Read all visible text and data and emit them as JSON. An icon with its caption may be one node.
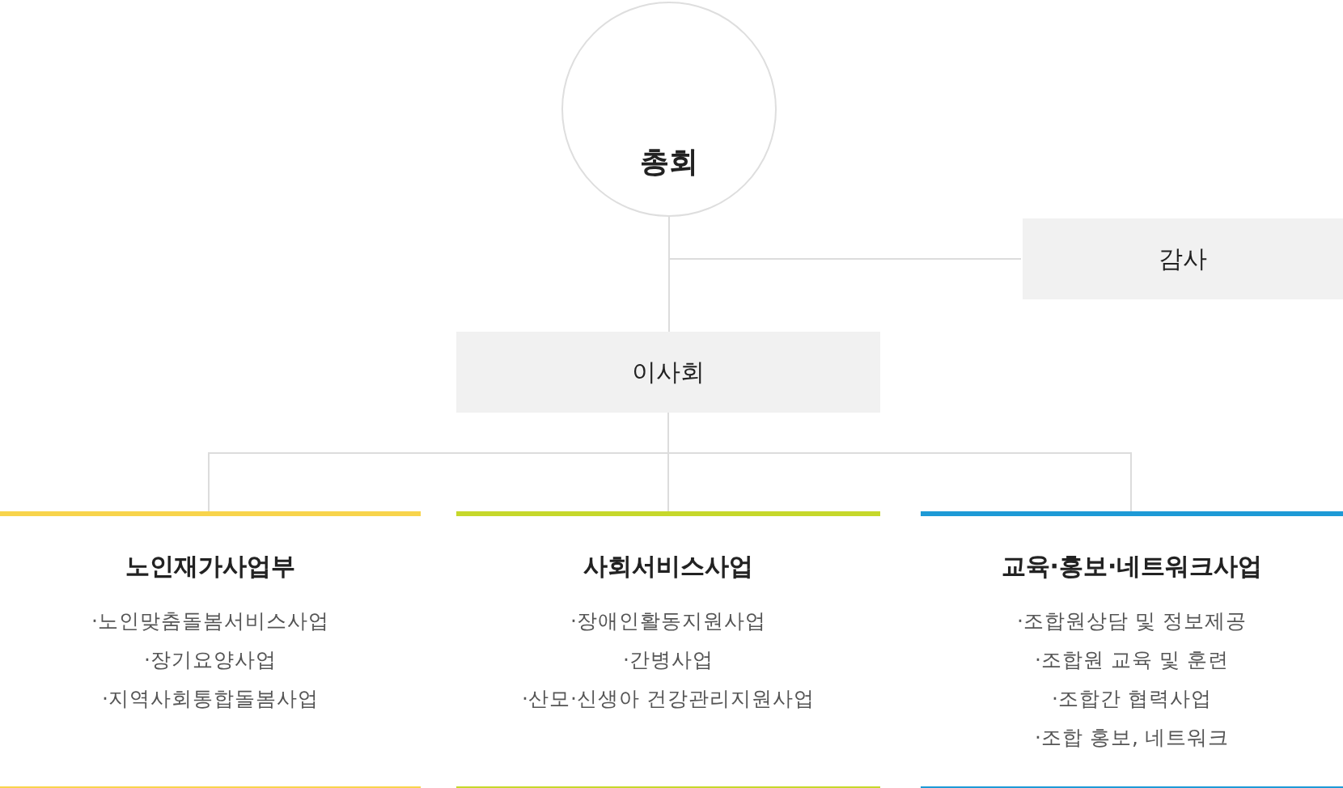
{
  "diagram": {
    "nodes": [
      {
        "text": [
          "총회"
        ]
      },
      {
        "text": [
          "감사"
        ]
      },
      {
        "text": [
          "이사회"
        ]
      },
      {
        "text": [
          "노인재가사업부",
          "·노인맞춤돌봄서비스사업",
          "·장기요양사업",
          "·지역사회통합돌봄사업"
        ]
      },
      {
        "text": [
          "사회서비스사업",
          "·장애인활동지원사업",
          "·간병사업",
          "·산모·신생아 건강관리지원사업"
        ]
      },
      {
        "text": [
          "교육·홍보·네트워크사업",
          "·조합원상담 및 정보제공",
          "·조합원 교육 및 훈련",
          "·조합간 협력사업",
          "·조합 홍보, 네트워크"
        ]
      }
    ],
    "edges": [
      {
        "from": 0,
        "to": 1,
        "arrow": "none"
      },
      {
        "from": 0,
        "to": 2,
        "arrow": "none"
      },
      {
        "from": 2,
        "to": 3,
        "arrow": "none"
      },
      {
        "from": 2,
        "to": 4,
        "arrow": "none"
      },
      {
        "from": 2,
        "to": 5,
        "arrow": "none"
      }
    ]
  }
}
